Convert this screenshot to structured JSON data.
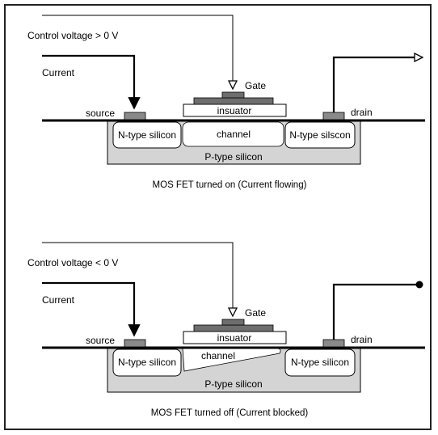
{
  "diagram_on": {
    "control_voltage": "Control voltage > 0 V",
    "current": "Current",
    "gate": "Gate",
    "insulator": "insuator",
    "source": "source",
    "drain": "drain",
    "n_left": "N-type silicon",
    "n_right": "N-type silscon",
    "channel": "channel",
    "p_type": "P-type silicon",
    "caption": "MOS FET turned on (Current flowing)"
  },
  "diagram_off": {
    "control_voltage": "Control voltage < 0 V",
    "current": "Current",
    "gate": "Gate",
    "insulator": "insuator",
    "source": "source",
    "drain": "drain",
    "n_left": "N-type silicon",
    "n_right": "N-type silicon",
    "channel": "channel",
    "p_type": "P-type silicon",
    "caption": "MOS FET turned off (Current blocked)"
  },
  "colors": {
    "p_type": "#d4d4d4",
    "contact": "#8a8a8a",
    "gate": "#6e6e6e",
    "line": "#000000",
    "n_type": "#ffffff"
  }
}
